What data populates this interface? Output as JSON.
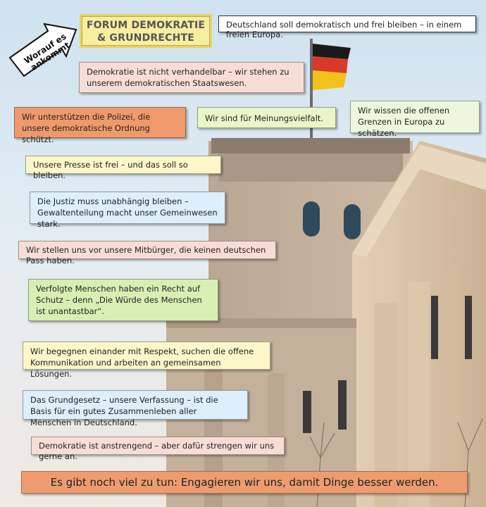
{
  "header": {
    "title_line1": "FORUM DEMOKRATIE",
    "title_line2": "& GRUNDRECHTE",
    "arrow_label": "Worauf es ankommt"
  },
  "statements": {
    "s1": "Deutschland soll demokratisch und frei bleiben – in einem freien Europa.",
    "s2": "Demokratie ist nicht verhandelbar – wir stehen zu unserem demokratischen Staatswesen.",
    "s3": "Wir unterstützen die Polizei, die unsere demokratische Ordnung schützt.",
    "s4": "Wir sind für Meinungsvielfalt.",
    "s5": "Wir wissen die offenen Grenzen in Europa zu schätzen.",
    "s6": "Unsere Presse ist frei – und das soll so bleiben.",
    "s7": "Die Justiz muss unabhängig bleiben – Gewaltenteilung macht unser Gemeinwesen stark.",
    "s8": "Wir stellen uns vor unsere Mitbürger, die keinen deutschen Pass haben.",
    "s9": "Verfolgte Menschen haben ein Recht auf Schutz – denn „Die Würde des Menschen ist unantastbar“.",
    "s10": "Wir begegnen einander mit Respekt, suchen die offene Kommunikation und arbeiten an gemeinsamen Lösungen.",
    "s11": "Das Grundgesetz – unsere Verfassung – ist die Basis für ein gutes Zusammenleben aller Menschen in Deutschland.",
    "s12": "Demokratie ist anstrengend – aber dafür strengen wir uns gerne an."
  },
  "footer": {
    "text": "Es gibt noch viel zu tun:  Engagieren wir uns, damit Dinge besser werden."
  },
  "colors": {
    "sky": "#dfe9f1",
    "stone": "#c9b7a3",
    "accent_orange": "#ef9a6c",
    "title_yellow": "#f7eea0"
  }
}
